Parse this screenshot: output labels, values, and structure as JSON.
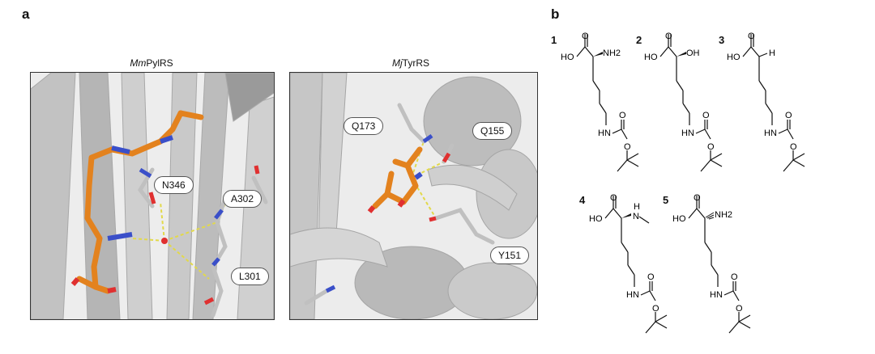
{
  "panel_a": {
    "letter": "a",
    "left_title": "MmPylRS",
    "left_title_italic": "Mm",
    "left_title_rest": "PylRS",
    "right_title_italic": "Mj",
    "right_title_rest": "TyrRS",
    "left_residues": [
      "N346",
      "A302",
      "L301"
    ],
    "right_residues": [
      "Q173",
      "Q155",
      "Y151"
    ]
  },
  "panel_b": {
    "letter": "b",
    "compounds": [
      {
        "number": "1",
        "alpha_group": "NH2",
        "acid_label": "HO"
      },
      {
        "number": "2",
        "alpha_group": "OH",
        "acid_label": "HO"
      },
      {
        "number": "3",
        "alpha_group": "H",
        "acid_label": "HO"
      },
      {
        "number": "4",
        "alpha_group": "H",
        "alpha_n": "N",
        "acid_label": "HO"
      },
      {
        "number": "5",
        "alpha_group": "NH2",
        "acid_label": "HO"
      }
    ],
    "carbamate_labels": {
      "nh": "HN",
      "o_carbonyl": "O",
      "o_ester": "O",
      "o_acid": "O"
    },
    "colors": {
      "stick": "#e3821e",
      "nitrogen": "#3a4fc9",
      "oxygen": "#e03030",
      "protein": "#bfbfbf"
    }
  }
}
